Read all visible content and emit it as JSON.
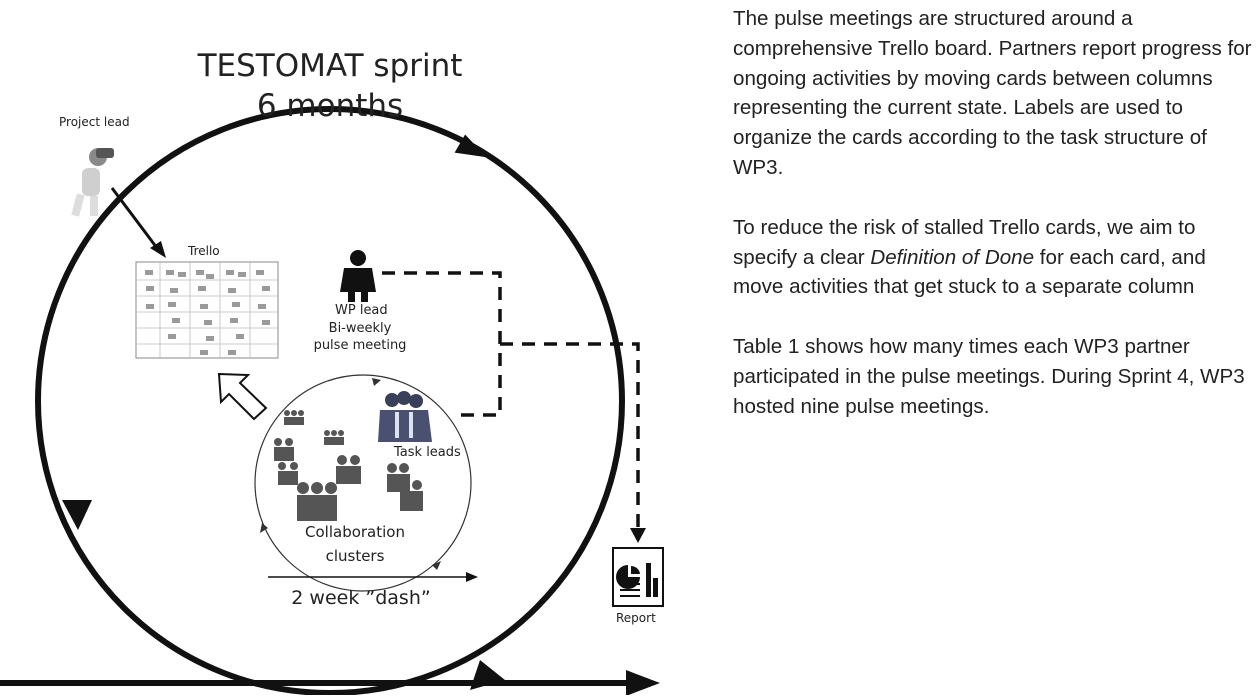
{
  "diagram": {
    "title_line1": "TESTOMAT sprint",
    "title_line2": "6 months",
    "project_lead": "Project lead",
    "trello": "Trello",
    "wp_lead": "WP lead",
    "pulse_line1": "Bi-weekly",
    "pulse_line2": "pulse meeting",
    "task_leads": "Task leads",
    "collab_line1": "Collaboration",
    "collab_line2": "clusters",
    "dash": "2 week ”dash”",
    "report": "Report"
  },
  "text": {
    "p1": "The pulse meetings are structured around a comprehensive Trello board. Partners report progress for ongoing activities by moving cards between columns representing the current state. Labels are used to organize the cards according to the task structure of WP3.",
    "p2_a": "To reduce the risk of stalled Trello cards, we aim to specify a clear ",
    "p2_em": "Definition of Done",
    "p2_b": " for each card, and move activities that get stuck to a separate column",
    "p3": "Table 1 shows how many times each WP3 partner participated in the pulse meetings. During Sprint 4, WP3 hosted nine pulse meetings."
  }
}
